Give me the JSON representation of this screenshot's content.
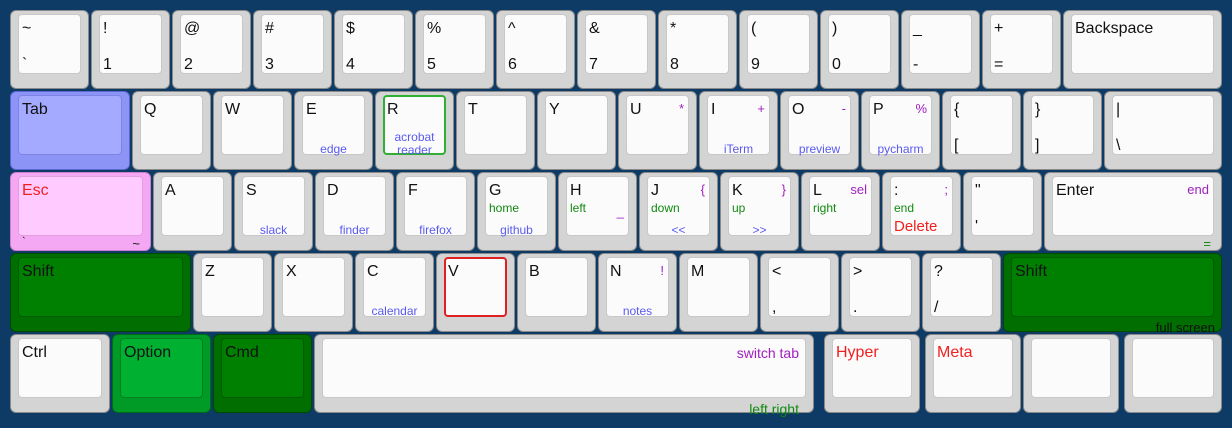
{
  "rows": {
    "num": [
      {
        "top": "~",
        "bottom": "`"
      },
      {
        "top": "!",
        "bottom": "1"
      },
      {
        "top": "@",
        "bottom": "2"
      },
      {
        "top": "#",
        "bottom": "3"
      },
      {
        "top": "$",
        "bottom": "4"
      },
      {
        "top": "%",
        "bottom": "5"
      },
      {
        "top": "^",
        "bottom": "6"
      },
      {
        "top": "&",
        "bottom": "7"
      },
      {
        "top": "*",
        "bottom": "8"
      },
      {
        "top": "(",
        "bottom": "9"
      },
      {
        "top": ")",
        "bottom": "0"
      },
      {
        "top": "_",
        "bottom": "-"
      },
      {
        "top": "+",
        "bottom": "="
      },
      {
        "top": "Backspace",
        "bottom": ""
      }
    ],
    "top": {
      "tab": "Tab",
      "q": {
        "label": "Q"
      },
      "w": {
        "label": "W"
      },
      "e": {
        "label": "E",
        "sub": "edge"
      },
      "r": {
        "label": "R",
        "sub1": "acrobat",
        "sub2": "reader"
      },
      "t": {
        "label": "T"
      },
      "y": {
        "label": "Y"
      },
      "u": {
        "label": "U",
        "sym": "*"
      },
      "i": {
        "label": "I",
        "sym": "+",
        "sub": "iTerm"
      },
      "o": {
        "label": "O",
        "sym": "-",
        "sub": "preview"
      },
      "p": {
        "label": "P",
        "sym": "%",
        "sub": "pycharm"
      },
      "lbrace": {
        "top": "{",
        "bottom": "["
      },
      "rbrace": {
        "top": "}",
        "bottom": "]"
      },
      "pipe": {
        "top": "|",
        "bottom": "\\"
      }
    },
    "home": {
      "esc": "Esc",
      "esc_bl": "`",
      "esc_br": "~",
      "a": {
        "label": "A"
      },
      "s": {
        "label": "S",
        "sub": "slack"
      },
      "d": {
        "label": "D",
        "sub": "finder"
      },
      "f": {
        "label": "F",
        "sub": "firefox"
      },
      "g": {
        "label": "G",
        "green": "home",
        "sub": "github"
      },
      "h": {
        "label": "H",
        "green": "left",
        "sym": "_"
      },
      "j": {
        "label": "J",
        "green": "down",
        "sym": "{",
        "sub": "<<"
      },
      "k": {
        "label": "K",
        "green": "up",
        "sym": "}",
        "sub": ">>"
      },
      "l": {
        "label": "L",
        "green": "right",
        "sym": "sel"
      },
      "semi": {
        "top": ":",
        "sym": ";",
        "green": "end",
        "red": "Delete"
      },
      "quote": {
        "top": "\"",
        "bottom": "'"
      },
      "enter": "Enter",
      "enter_sym": "end",
      "enter_eq": "="
    },
    "shift": {
      "lshift": "Shift",
      "z": {
        "label": "Z"
      },
      "x": {
        "label": "X"
      },
      "c": {
        "label": "C",
        "sub": "calendar"
      },
      "v": {
        "label": "V"
      },
      "b": {
        "label": "B"
      },
      "n": {
        "label": "N",
        "sym": "!",
        "sub": "notes"
      },
      "m": {
        "label": "M"
      },
      "comma": {
        "top": "<",
        "bottom": ","
      },
      "period": {
        "top": ">",
        "bottom": "."
      },
      "slash": {
        "top": "?",
        "bottom": "/"
      },
      "rshift": "Shift",
      "rshift_sub": "full screen"
    },
    "bottom": {
      "ctrl": "Ctrl",
      "option": "Option",
      "cmd": "Cmd",
      "space_top": "switch tab",
      "space_bottom": "left right",
      "hyper": "Hyper",
      "meta": "Meta"
    }
  },
  "colors": {
    "background": "#0d3b66",
    "tab": "#a3aaff",
    "esc": "#ffcaff",
    "shift": "#008000",
    "option": "#00b030",
    "app_label": "#5a5af0",
    "symbol": "#a020c0",
    "nav": "#108a10",
    "modifier_red": "#f02020"
  }
}
